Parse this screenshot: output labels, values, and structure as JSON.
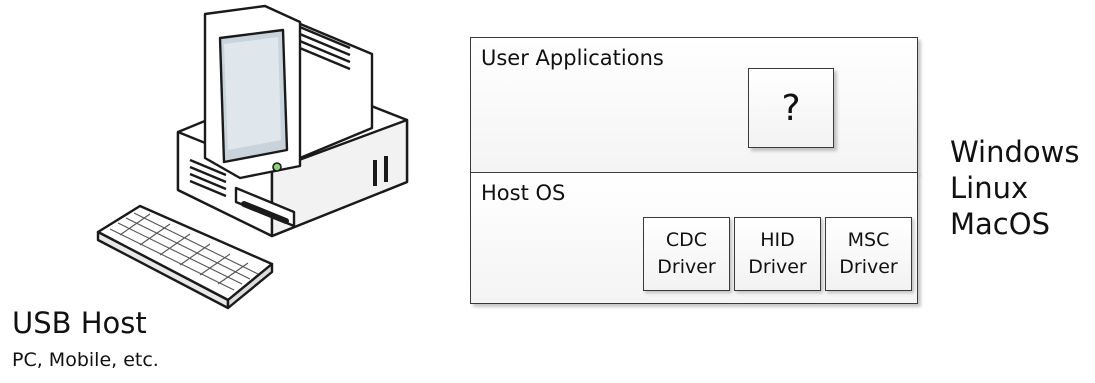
{
  "host": {
    "title": "USB Host",
    "subtitle": "PC, Mobile, etc.",
    "icon": "desktop-computer-icon"
  },
  "stack": {
    "applications_layer": {
      "title": "User Applications",
      "unknown_app": "?"
    },
    "os_layer": {
      "title": "Host OS",
      "drivers": [
        {
          "name": "CDC",
          "kind": "Driver"
        },
        {
          "name": "HID",
          "kind": "Driver"
        },
        {
          "name": "MSC",
          "kind": "Driver"
        }
      ]
    }
  },
  "operating_systems": [
    "Windows",
    "Linux",
    "MacOS"
  ]
}
